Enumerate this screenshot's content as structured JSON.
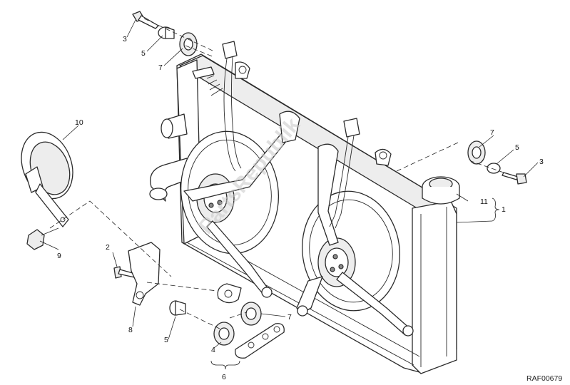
{
  "diagram": {
    "callouts": {
      "c1": "1",
      "c2": "2",
      "c3_top": "3",
      "c3_right": "3",
      "c4": "4",
      "c5_top": "5",
      "c5_right": "5",
      "c5_bottom": "5",
      "c6": "6",
      "c7_top": "7",
      "c7_right": "7",
      "c7_bottom": "7",
      "c8": "8",
      "c9": "9",
      "c10": "10",
      "c11": "11"
    },
    "reference_code": "RAF00679",
    "watermark": "PartsRepublik"
  },
  "colors": {
    "line": "#2b2b2b",
    "fill": "#ffffff",
    "shade": "#ededed",
    "watermark": "#c8c8c8"
  }
}
